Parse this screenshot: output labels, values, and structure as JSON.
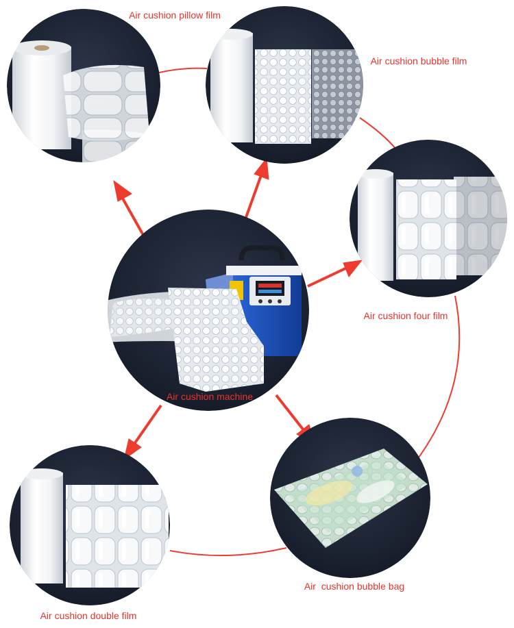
{
  "diagram": {
    "center": {
      "label": "Air cushion machine"
    },
    "products": [
      {
        "id": "pillow",
        "label": "Air cushion pillow film"
      },
      {
        "id": "bubble",
        "label": "Air cushion bubble film"
      },
      {
        "id": "four",
        "label": "Air cushion four film"
      },
      {
        "id": "bag",
        "label": "Air  cushion bubble bag"
      },
      {
        "id": "double",
        "label": "Air cushion double film"
      }
    ]
  },
  "colors": {
    "arrow": "#ee3b2f",
    "label": "#e8322a",
    "photo_background": "#1e2535",
    "film": "#eef1f4",
    "machine_body": "#1b4fb8",
    "bag_tint": "#cfe8d8"
  }
}
